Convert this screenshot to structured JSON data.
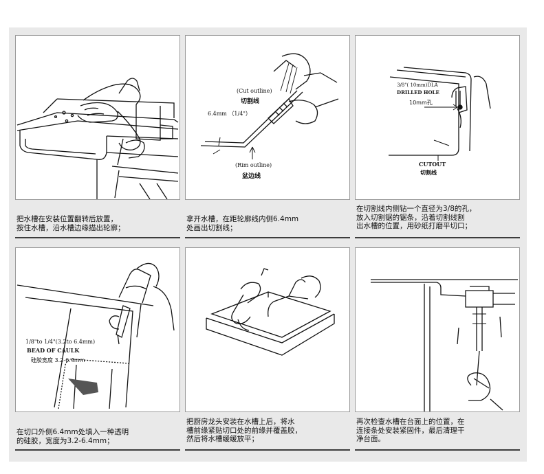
{
  "steps": [
    {
      "caption": [
        "把水槽在安装位置翻转后放置，",
        "按住水槽，沿水槽边缘描出轮廓；"
      ],
      "labels": []
    },
    {
      "caption": [
        "拿开水槽，在距轮廓线内侧6.4mm",
        "处画出切割线；"
      ],
      "labels": [
        "(Cut outline)",
        "切割线",
        "6.4mm （1/4\"）",
        "(Rim outline)",
        "盆边线"
      ]
    },
    {
      "caption": [
        "在切割线内侧钻一个直径为3/8的孔，",
        "放入切割锯的锯条，沿着切割线割",
        "出水槽的位置，用砂纸打磨平切口；"
      ],
      "labels": [
        "3/8\"( 10mm)DLA",
        "DRILLED  HOLE",
        "10mm孔",
        "CUTOUT",
        "切割线"
      ]
    },
    {
      "caption": [
        "在切口外侧6.4mm处填入一种透明",
        "的硅胶，宽度为3.2-6.4mm；"
      ],
      "labels": [
        "1/8\"to 1/4\"(3.2to 6.4mm)",
        "BEAD OF CAULK",
        "硅胶宽度 3.2-6.4mm"
      ]
    },
    {
      "caption": [
        "把厨房龙头安装在水槽上后，将水",
        "槽前缘紧贴切口处的前缘并覆盖胶，",
        "然后将水槽缓缓放平；"
      ],
      "labels": []
    },
    {
      "caption": [
        "再次检查水槽在台面上的位置，在",
        "连接条处安装紧固件，最后清理干",
        "净台面。"
      ],
      "labels": []
    }
  ]
}
